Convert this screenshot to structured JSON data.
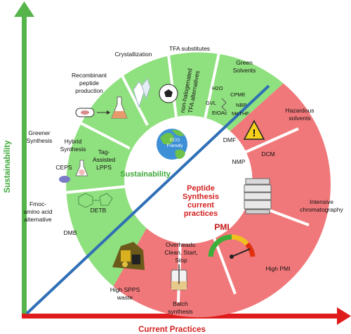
{
  "axes": {
    "y_label": "Sustainability",
    "x_label": "Current Practices",
    "y_color": "#55b54a",
    "x_color": "#e01b1b"
  },
  "center": {
    "sustainability": "Sustainability",
    "practices": [
      "Peptide",
      "Synthesis",
      "current",
      "practices"
    ],
    "eco_badge": [
      "ECO",
      "Friendly"
    ]
  },
  "colors": {
    "green_ring": "#8fe07e",
    "red_ring": "#f0787a",
    "diagonal": "#2f6fb6",
    "green_text": "#3fa83a",
    "red_text": "#d41f1f"
  },
  "green_segments": {
    "crystallization": "Crystallization",
    "tfa_substitutes": "TFA substitutes",
    "tfa_inner": [
      "non-halogenated",
      "TFA alternatives"
    ],
    "green_solvents": [
      "Green",
      "Solvents"
    ],
    "solvent_list": [
      "H2O",
      "CPME",
      "GVL",
      "NBP",
      "EtOAc",
      "MeTHF"
    ],
    "recombinant": [
      "Recombinant",
      "peptide",
      "production"
    ],
    "greener_synthesis": [
      "Greener",
      "Synthesis"
    ],
    "hybrid": [
      "Hybrid",
      "Synthesis"
    ],
    "tag_lpps": [
      "Tag-",
      "Assisted",
      "LPPS"
    ],
    "ceps": "CEPS",
    "fmoc": [
      "Fmoc-",
      "amino acid",
      "alternative"
    ],
    "detb": "DETB",
    "dmb": "DMB"
  },
  "red_segments": {
    "hazardous": [
      "Hazardous",
      "solvents"
    ],
    "solvents": [
      "DMF",
      "NMP",
      "DCM"
    ],
    "intensive": [
      "Intensive",
      "chromatography"
    ],
    "high_pmi": "High PMI",
    "pmi_badge": "PMI",
    "overheads": [
      "Overheads:",
      "Clean, Start,",
      "Stop"
    ],
    "batch": [
      "Batch",
      "synthesis"
    ],
    "spps_waste": [
      "High SPPS",
      "waste"
    ]
  }
}
